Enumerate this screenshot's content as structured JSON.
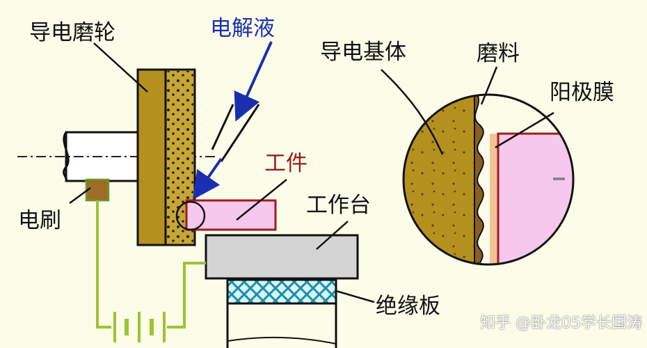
{
  "labels": {
    "wheel": "导电磨轮",
    "electrolyte": "电解液",
    "workpiece": "工件",
    "table": "工作台",
    "brush": "电刷",
    "insulator": "绝缘板",
    "substrate": "导电基体",
    "abrasive": "磨料",
    "anode_film": "阳极膜"
  },
  "watermark": "知乎 @卧龙05学长国涛",
  "colors": {
    "wheel_body": "#b4901e",
    "abrasive_layer": "#c8a634",
    "workpiece_fill": "#f6c8ee",
    "workpiece_border": "#a01c1c",
    "table_fill": "#d4d4d4",
    "wire": "#9cc431",
    "electrolyte_arrow": "#1a2fb0",
    "film": "#f2c394"
  }
}
